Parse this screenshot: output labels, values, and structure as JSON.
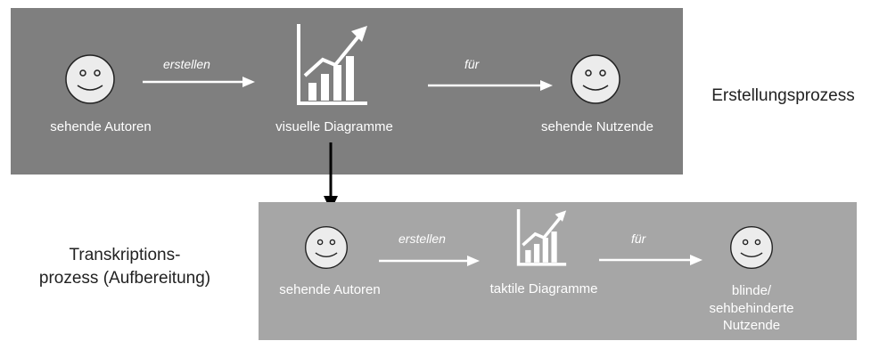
{
  "top": {
    "author_label": "sehende Autoren",
    "arrow1_label": "erstellen",
    "chart_label": "visuelle Diagramme",
    "arrow2_label": "für",
    "user_label": "sehende Nutzende",
    "process_label": "Erstellungsprozess"
  },
  "bottom": {
    "author_label": "sehende Autoren",
    "arrow1_label": "erstellen",
    "chart_label": "taktile Diagramme",
    "arrow2_label": "für",
    "user_label_line1": "blinde/",
    "user_label_line2": "sehbehinderte",
    "user_label_line3": "Nutzende",
    "process_label_line1": "Transkriptions-",
    "process_label_line2": "prozess (Aufbereitung)"
  },
  "colors": {
    "top_panel": "#7f7f7f",
    "bottom_panel": "#a6a6a6",
    "face_fill": "#ececec",
    "connector": "#000000"
  },
  "icons": [
    "smiley-face-icon",
    "bar-chart-growth-icon",
    "right-arrow-icon",
    "down-arrow-icon"
  ]
}
